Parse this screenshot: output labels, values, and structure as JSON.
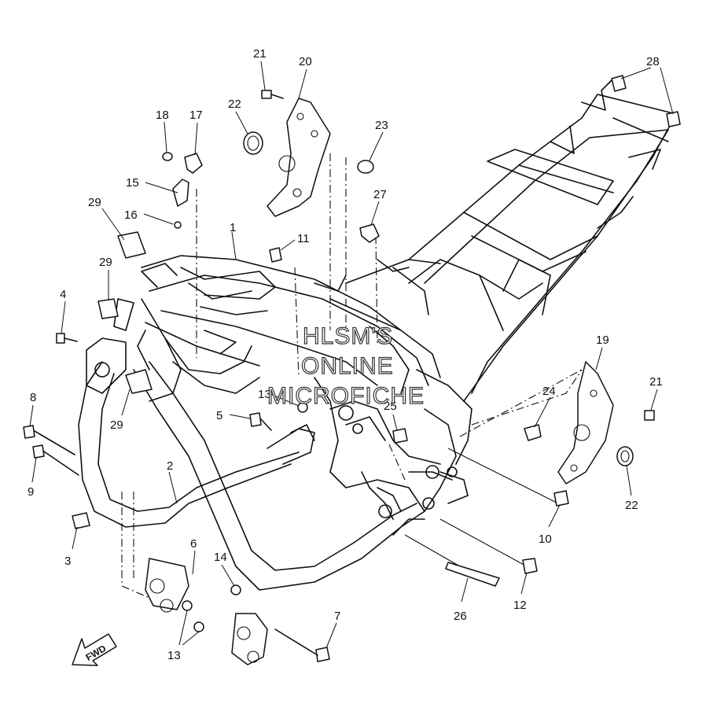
{
  "callouts": [
    {
      "id": "c1",
      "label": "1"
    },
    {
      "id": "c2",
      "label": "2"
    },
    {
      "id": "c3",
      "label": "3"
    },
    {
      "id": "c4",
      "label": "4"
    },
    {
      "id": "c5",
      "label": "5"
    },
    {
      "id": "c6",
      "label": "6"
    },
    {
      "id": "c7",
      "label": "7"
    },
    {
      "id": "c8",
      "label": "8"
    },
    {
      "id": "c9",
      "label": "9"
    },
    {
      "id": "c10",
      "label": "10"
    },
    {
      "id": "c11",
      "label": "11"
    },
    {
      "id": "c12",
      "label": "12"
    },
    {
      "id": "c13a",
      "label": "13"
    },
    {
      "id": "c13b",
      "label": "13"
    },
    {
      "id": "c14",
      "label": "14"
    },
    {
      "id": "c15",
      "label": "15"
    },
    {
      "id": "c16",
      "label": "16"
    },
    {
      "id": "c17",
      "label": "17"
    },
    {
      "id": "c18",
      "label": "18"
    },
    {
      "id": "c19",
      "label": "19"
    },
    {
      "id": "c20",
      "label": "20"
    },
    {
      "id": "c21a",
      "label": "21"
    },
    {
      "id": "c21b",
      "label": "21"
    },
    {
      "id": "c22a",
      "label": "22"
    },
    {
      "id": "c22b",
      "label": "22"
    },
    {
      "id": "c23",
      "label": "23"
    },
    {
      "id": "c24",
      "label": "24"
    },
    {
      "id": "c25",
      "label": "25"
    },
    {
      "id": "c26",
      "label": "26"
    },
    {
      "id": "c27",
      "label": "27"
    },
    {
      "id": "c28",
      "label": "28"
    },
    {
      "id": "c29a",
      "label": "29"
    },
    {
      "id": "c29b",
      "label": "29"
    },
    {
      "id": "c29c",
      "label": "29"
    }
  ],
  "watermark": {
    "line1": "HLSM'S",
    "line2": "ONLINE",
    "line3": "MICROFICHE"
  },
  "direction_arrow": {
    "label": "FWD",
    "icon": "fwd-arrow-icon"
  }
}
